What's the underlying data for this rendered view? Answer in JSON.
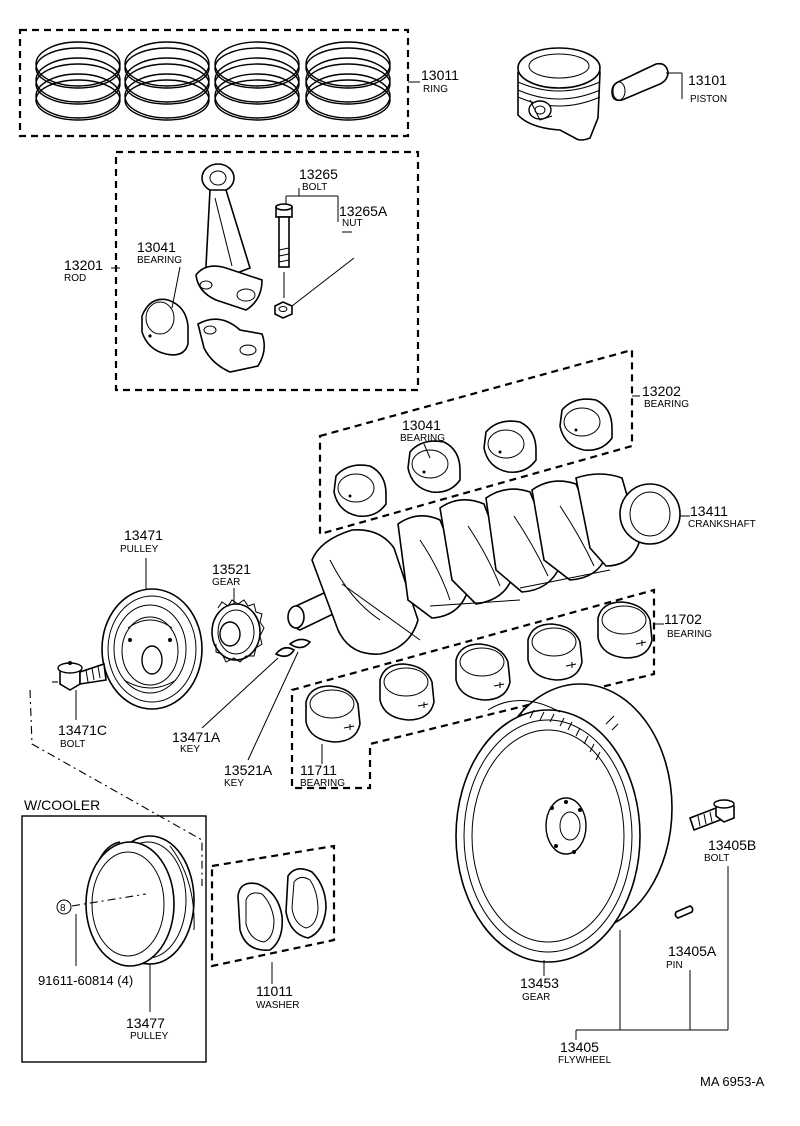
{
  "parts": {
    "p13011": {
      "number": "13011",
      "name": "RING"
    },
    "p13101": {
      "number": "13101",
      "name": "PISTON"
    },
    "p13265": {
      "number": "13265",
      "name": "BOLT"
    },
    "p13265A": {
      "number": "13265A",
      "name": "NUT"
    },
    "p13201": {
      "number": "13201",
      "name": "ROD"
    },
    "p13041_rod": {
      "number": "13041",
      "name": "BEARING"
    },
    "p13202": {
      "number": "13202",
      "name": "BEARING"
    },
    "p13041_main": {
      "number": "13041",
      "name": "BEARING"
    },
    "p13411": {
      "number": "13411",
      "name": "CRANKSHAFT"
    },
    "p13471": {
      "number": "13471",
      "name": "PULLEY"
    },
    "p13521": {
      "number": "13521",
      "name": "GEAR"
    },
    "p11702": {
      "number": "11702",
      "name": "BEARING"
    },
    "p13471C": {
      "number": "13471C",
      "name": "BOLT"
    },
    "p13471A": {
      "number": "13471A",
      "name": "KEY"
    },
    "p13521A": {
      "number": "13521A",
      "name": "KEY"
    },
    "p11711": {
      "number": "11711",
      "name": "BEARING"
    },
    "p13405B": {
      "number": "13405B",
      "name": "BOLT"
    },
    "p13405A": {
      "number": "13405A",
      "name": "PIN"
    },
    "p11011": {
      "number": "11011",
      "name": "WASHER"
    },
    "p13453": {
      "number": "13453",
      "name": "GEAR"
    },
    "p13405": {
      "number": "13405",
      "name": "FLYWHEEL"
    },
    "p13477": {
      "number": "13477",
      "name": "PULLEY"
    }
  },
  "cooler": {
    "title": "W/COOLER",
    "bolt_code": "91611-60814 (4)",
    "bolt_mark": "8"
  },
  "figure_code": "MA  6953-A"
}
